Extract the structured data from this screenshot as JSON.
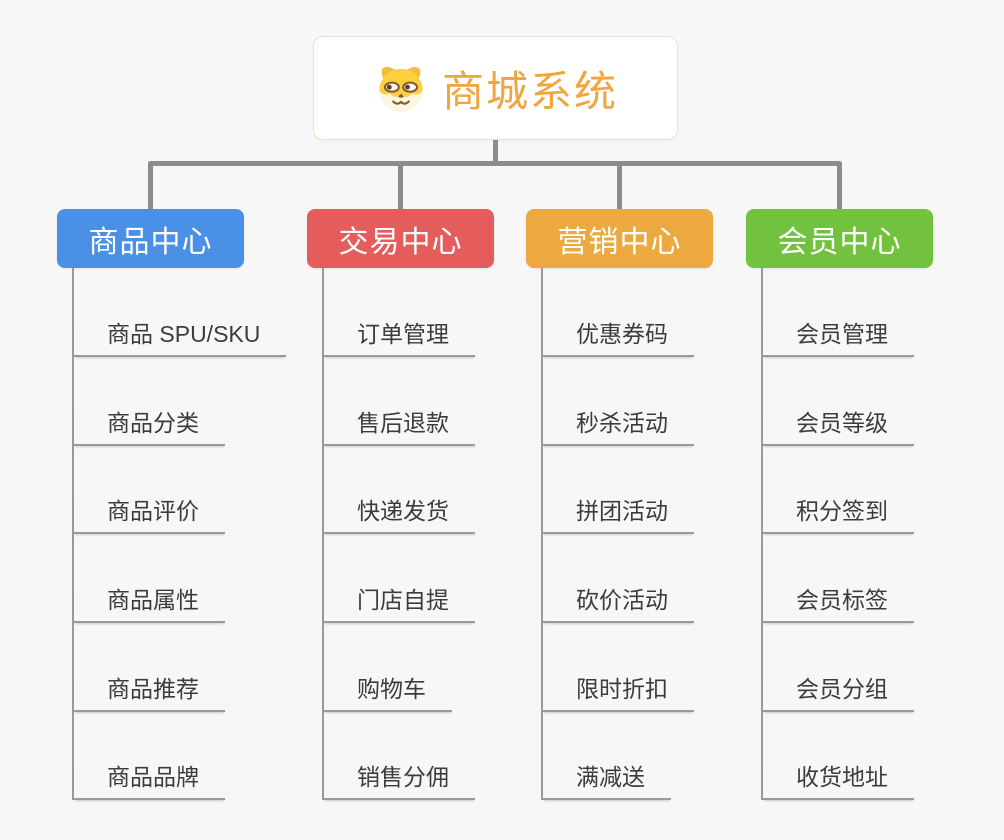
{
  "root": {
    "title": "商城系统",
    "icon": "shiba-dog-icon",
    "title_color": "#f0a63c",
    "border_color": "#f2c36f"
  },
  "connector_color": "#8c8c8c",
  "leaf_line_color": "#9a9a9a",
  "branches": [
    {
      "label": "商品中心",
      "color": "#4a90e6",
      "items": [
        "商品 SPU/SKU",
        "商品分类",
        "商品评价",
        "商品属性",
        "商品推荐",
        "商品品牌"
      ]
    },
    {
      "label": "交易中心",
      "color": "#e45c5c",
      "items": [
        "订单管理",
        "售后退款",
        "快递发货",
        "门店自提",
        "购物车",
        "销售分佣"
      ]
    },
    {
      "label": "营销中心",
      "color": "#eba93f",
      "items": [
        "优惠券码",
        "秒杀活动",
        "拼团活动",
        "砍价活动",
        "限时折扣",
        "满减送"
      ]
    },
    {
      "label": "会员中心",
      "color": "#72c13f",
      "items": [
        "会员管理",
        "会员等级",
        "积分签到",
        "会员标签",
        "会员分组",
        "收货地址"
      ]
    }
  ]
}
